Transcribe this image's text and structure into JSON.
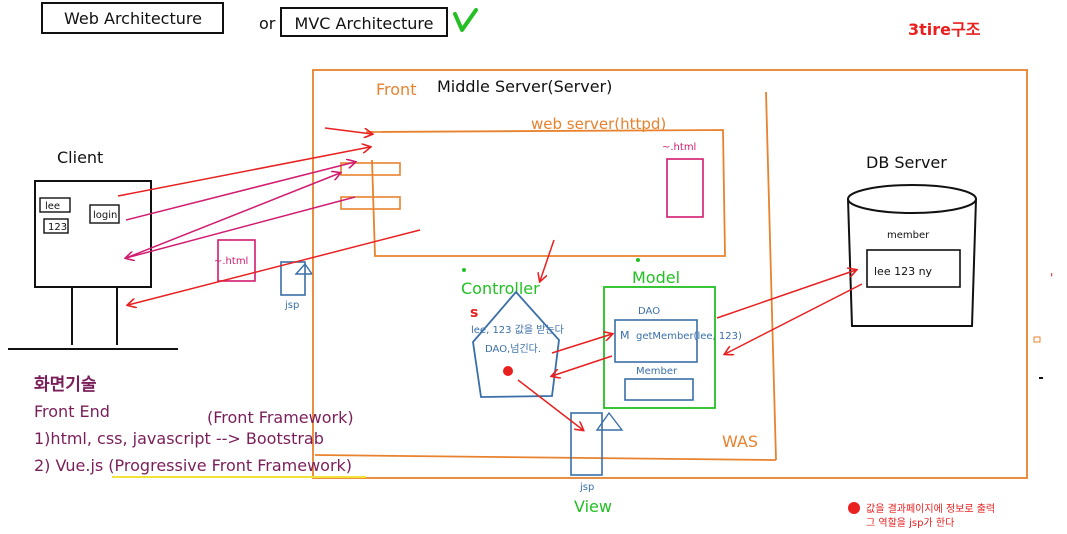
{
  "header": {
    "web_arch": "Web Architecture",
    "or": "or",
    "mvc_arch": "MVC Architecture",
    "tier_label": "3tire구조"
  },
  "client": {
    "title": "Client",
    "id_value": "lee",
    "pw_value": "123",
    "login_button": "login",
    "html_doc": "~.html",
    "jsp_doc": "jsp"
  },
  "server": {
    "front": "Front",
    "title": "Middle Server(Server)",
    "web_server": "web server(httpd)",
    "html_file": "~.html",
    "controller": "Controller",
    "controller_s": "s",
    "controller_note1": "lee, 123 값을 받는다",
    "controller_note2": "DAO,넘긴다.",
    "model": "Model",
    "dao": "DAO",
    "m_label": "M",
    "method": "getMember(lee, 123)",
    "member_bean": "Member",
    "was": "WAS",
    "view_jsp": "jsp",
    "view": "View"
  },
  "db": {
    "title": "DB Server",
    "table": "member",
    "row": "lee  123  ny"
  },
  "notes": {
    "front_tech": "화면기술",
    "front_end": "Front  End",
    "framework": "(Front Framework)",
    "line1": "1)html, css, javascript --> Bootstrab",
    "line2": "2)  Vue.js (Progressive Front Framework)",
    "legend_line1": "값을 결과페이지에 정보로 출력",
    "legend_line2": "그 역할을 jsp가 한다"
  },
  "colors": {
    "orange": "#e8822e",
    "red": "#e82020",
    "magenta": "#d01c70",
    "green": "#22c022",
    "blue": "#3a6fa8",
    "purple": "#7a1e5a"
  }
}
